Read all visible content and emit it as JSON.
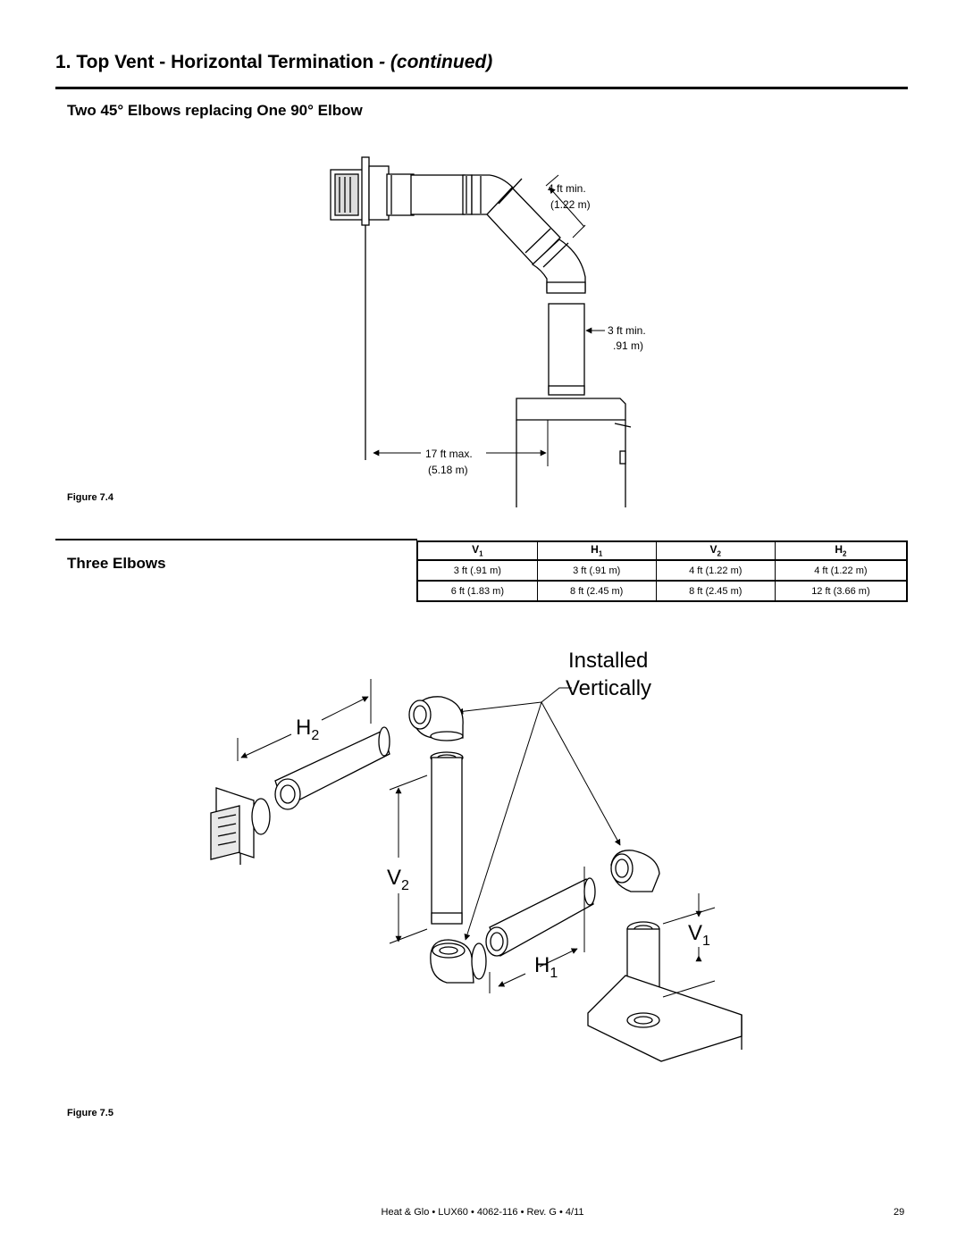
{
  "page": {
    "title_main": "1.  Top Vent - Horizontal Termination",
    "title_continued": "  - (continued)",
    "subtitle": "Two 45° Elbows replacing One 90° Elbow",
    "section_three": "Three Elbows"
  },
  "figure_7_4": {
    "caption": "Figure 7.4",
    "dim_4ft": "4 ft min.",
    "dim_4ft_m": "(1.22 m)",
    "dim_3ft": "3 ft min.",
    "dim_3ft_m": ".91 m)",
    "dim_17ft": "17 ft max.",
    "dim_17ft_m": "(5.18 m)"
  },
  "table": {
    "headers": [
      {
        "letter": "V",
        "sub": "1"
      },
      {
        "letter": "H",
        "sub": "1"
      },
      {
        "letter": "V",
        "sub": "2"
      },
      {
        "letter": "H",
        "sub": "2"
      }
    ],
    "rows": [
      [
        "3 ft (.91 m)",
        "3 ft (.91 m)",
        "4 ft (1.22 m)",
        "4 ft (1.22 m)"
      ],
      [
        "6 ft (1.83 m)",
        "8 ft (2.45 m)",
        "8 ft (2.45 m)",
        "12 ft (3.66 m)"
      ]
    ]
  },
  "figure_7_5": {
    "caption": "Figure 7.5",
    "installed": "Installed",
    "vertically": "Vertically",
    "label_h2": "H",
    "label_h2_sub": "2",
    "label_v2": "V",
    "label_v2_sub": "2",
    "label_v1": "V",
    "label_v1_sub": "1",
    "label_h1": "H",
    "label_h1_sub": "1"
  },
  "footer": {
    "text": "Heat & Glo • LUX60 • 4062-116 • Rev. G • 4/11",
    "page_number": "29"
  }
}
